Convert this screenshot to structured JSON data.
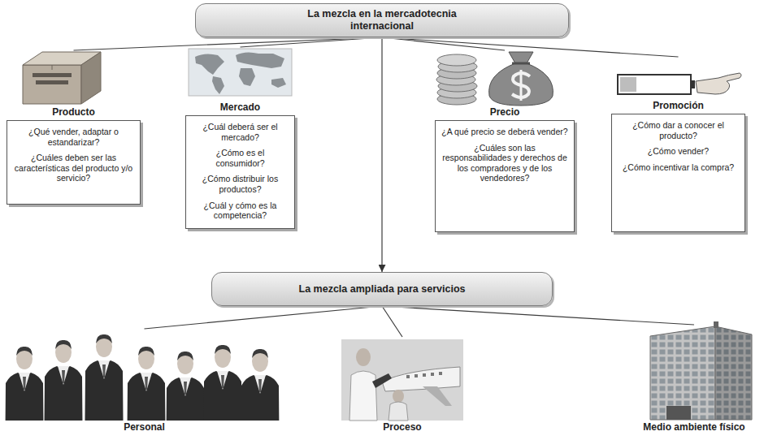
{
  "diagram": {
    "nodes": [
      {
        "text": [
          "La mezcla en la mercadotecnia internacional"
        ]
      },
      {
        "text": [
          "Producto",
          "¿Qué vender, adaptar o estandarizar?",
          "¿Cuáles deben ser las características del producto y/o servicio?"
        ]
      },
      {
        "text": [
          "Mercado",
          "¿Cuál deberá ser el mercado?",
          "¿Cómo es el consumidor?",
          "¿Cómo distribuir los productos?",
          "¿Cuál y cómo es la competencia?"
        ]
      },
      {
        "text": [
          "Precio",
          "¿A qué precio se deberá vender?",
          "¿Cuáles son las responsabilidades y derechos de los compradores y de los vendedores?"
        ]
      },
      {
        "text": [
          "Promoción",
          "¿Cómo dar a conocer el producto?",
          "¿Cómo vender?",
          "¿Cómo incentivar la compra?"
        ]
      },
      {
        "text": [
          "La mezcla ampliada para servicios"
        ]
      },
      {
        "text": [
          "Personal"
        ]
      },
      {
        "text": [
          "Proceso"
        ]
      },
      {
        "text": [
          "Medio ambiente físico"
        ]
      }
    ],
    "edges": [
      {
        "from": 0,
        "to": 1,
        "arrow": "none"
      },
      {
        "from": 0,
        "to": 2,
        "arrow": "none"
      },
      {
        "from": 0,
        "to": 3,
        "arrow": "none"
      },
      {
        "from": 0,
        "to": 4,
        "arrow": "none"
      },
      {
        "from": 0,
        "to": 5,
        "arrow": "to"
      },
      {
        "from": 5,
        "to": 6,
        "arrow": "none"
      },
      {
        "from": 5,
        "to": 7,
        "arrow": "none"
      },
      {
        "from": 5,
        "to": 8,
        "arrow": "none"
      }
    ]
  }
}
